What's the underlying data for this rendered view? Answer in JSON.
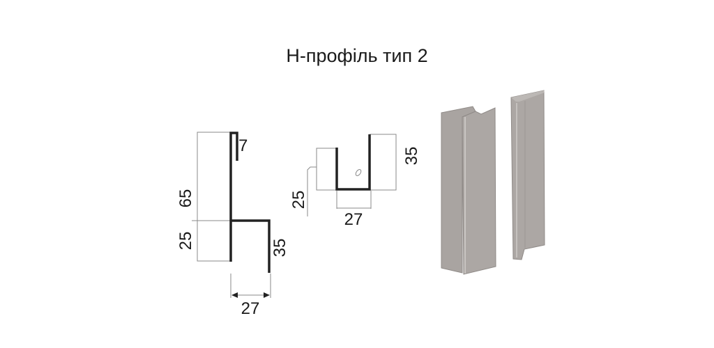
{
  "title": "H-профіль тип 2",
  "side_view": {
    "dim_top_hook": "7",
    "dim_upper": "65",
    "dim_lower": "25",
    "dim_leg": "35",
    "dim_width": "27"
  },
  "section_view": {
    "dim_left": "25",
    "dim_right": "35",
    "dim_width": "27"
  },
  "colors": {
    "profile_fill": "#aba6a3",
    "profile_edge": "#8f8a87",
    "line": "#222222"
  }
}
